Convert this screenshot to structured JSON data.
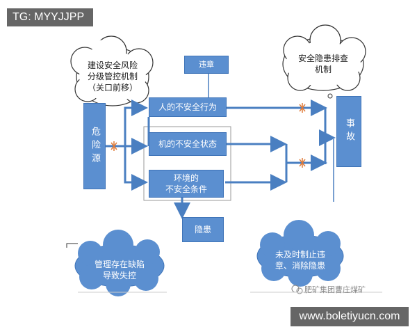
{
  "top_tag": "TG: MYYJJPP",
  "bottom_tag": "www.boletiyucn.com",
  "cloud_left_top": "建设安全风险\n分级管控机制\n（关口前移）",
  "cloud_right_top": "安全隐患排查\n机制",
  "cloud_left_bottom": "管理存在缺陷\n导致失控",
  "cloud_right_bottom": "未及时制止违\n章、消除隐患",
  "source": "危险源",
  "violation": "违章",
  "unsafe_behavior": "人的不安全行为",
  "unsafe_state": "机的不安全状态",
  "unsafe_env": "环境的\n不安全条件",
  "hazard": "隐患",
  "accident": "事故",
  "watermark": "肥矿集团曹庄煤矿",
  "colors": {
    "box": "#5b8fd0",
    "line": "#4a7fc1",
    "cross": "#e07b39",
    "tag": "#666666"
  }
}
